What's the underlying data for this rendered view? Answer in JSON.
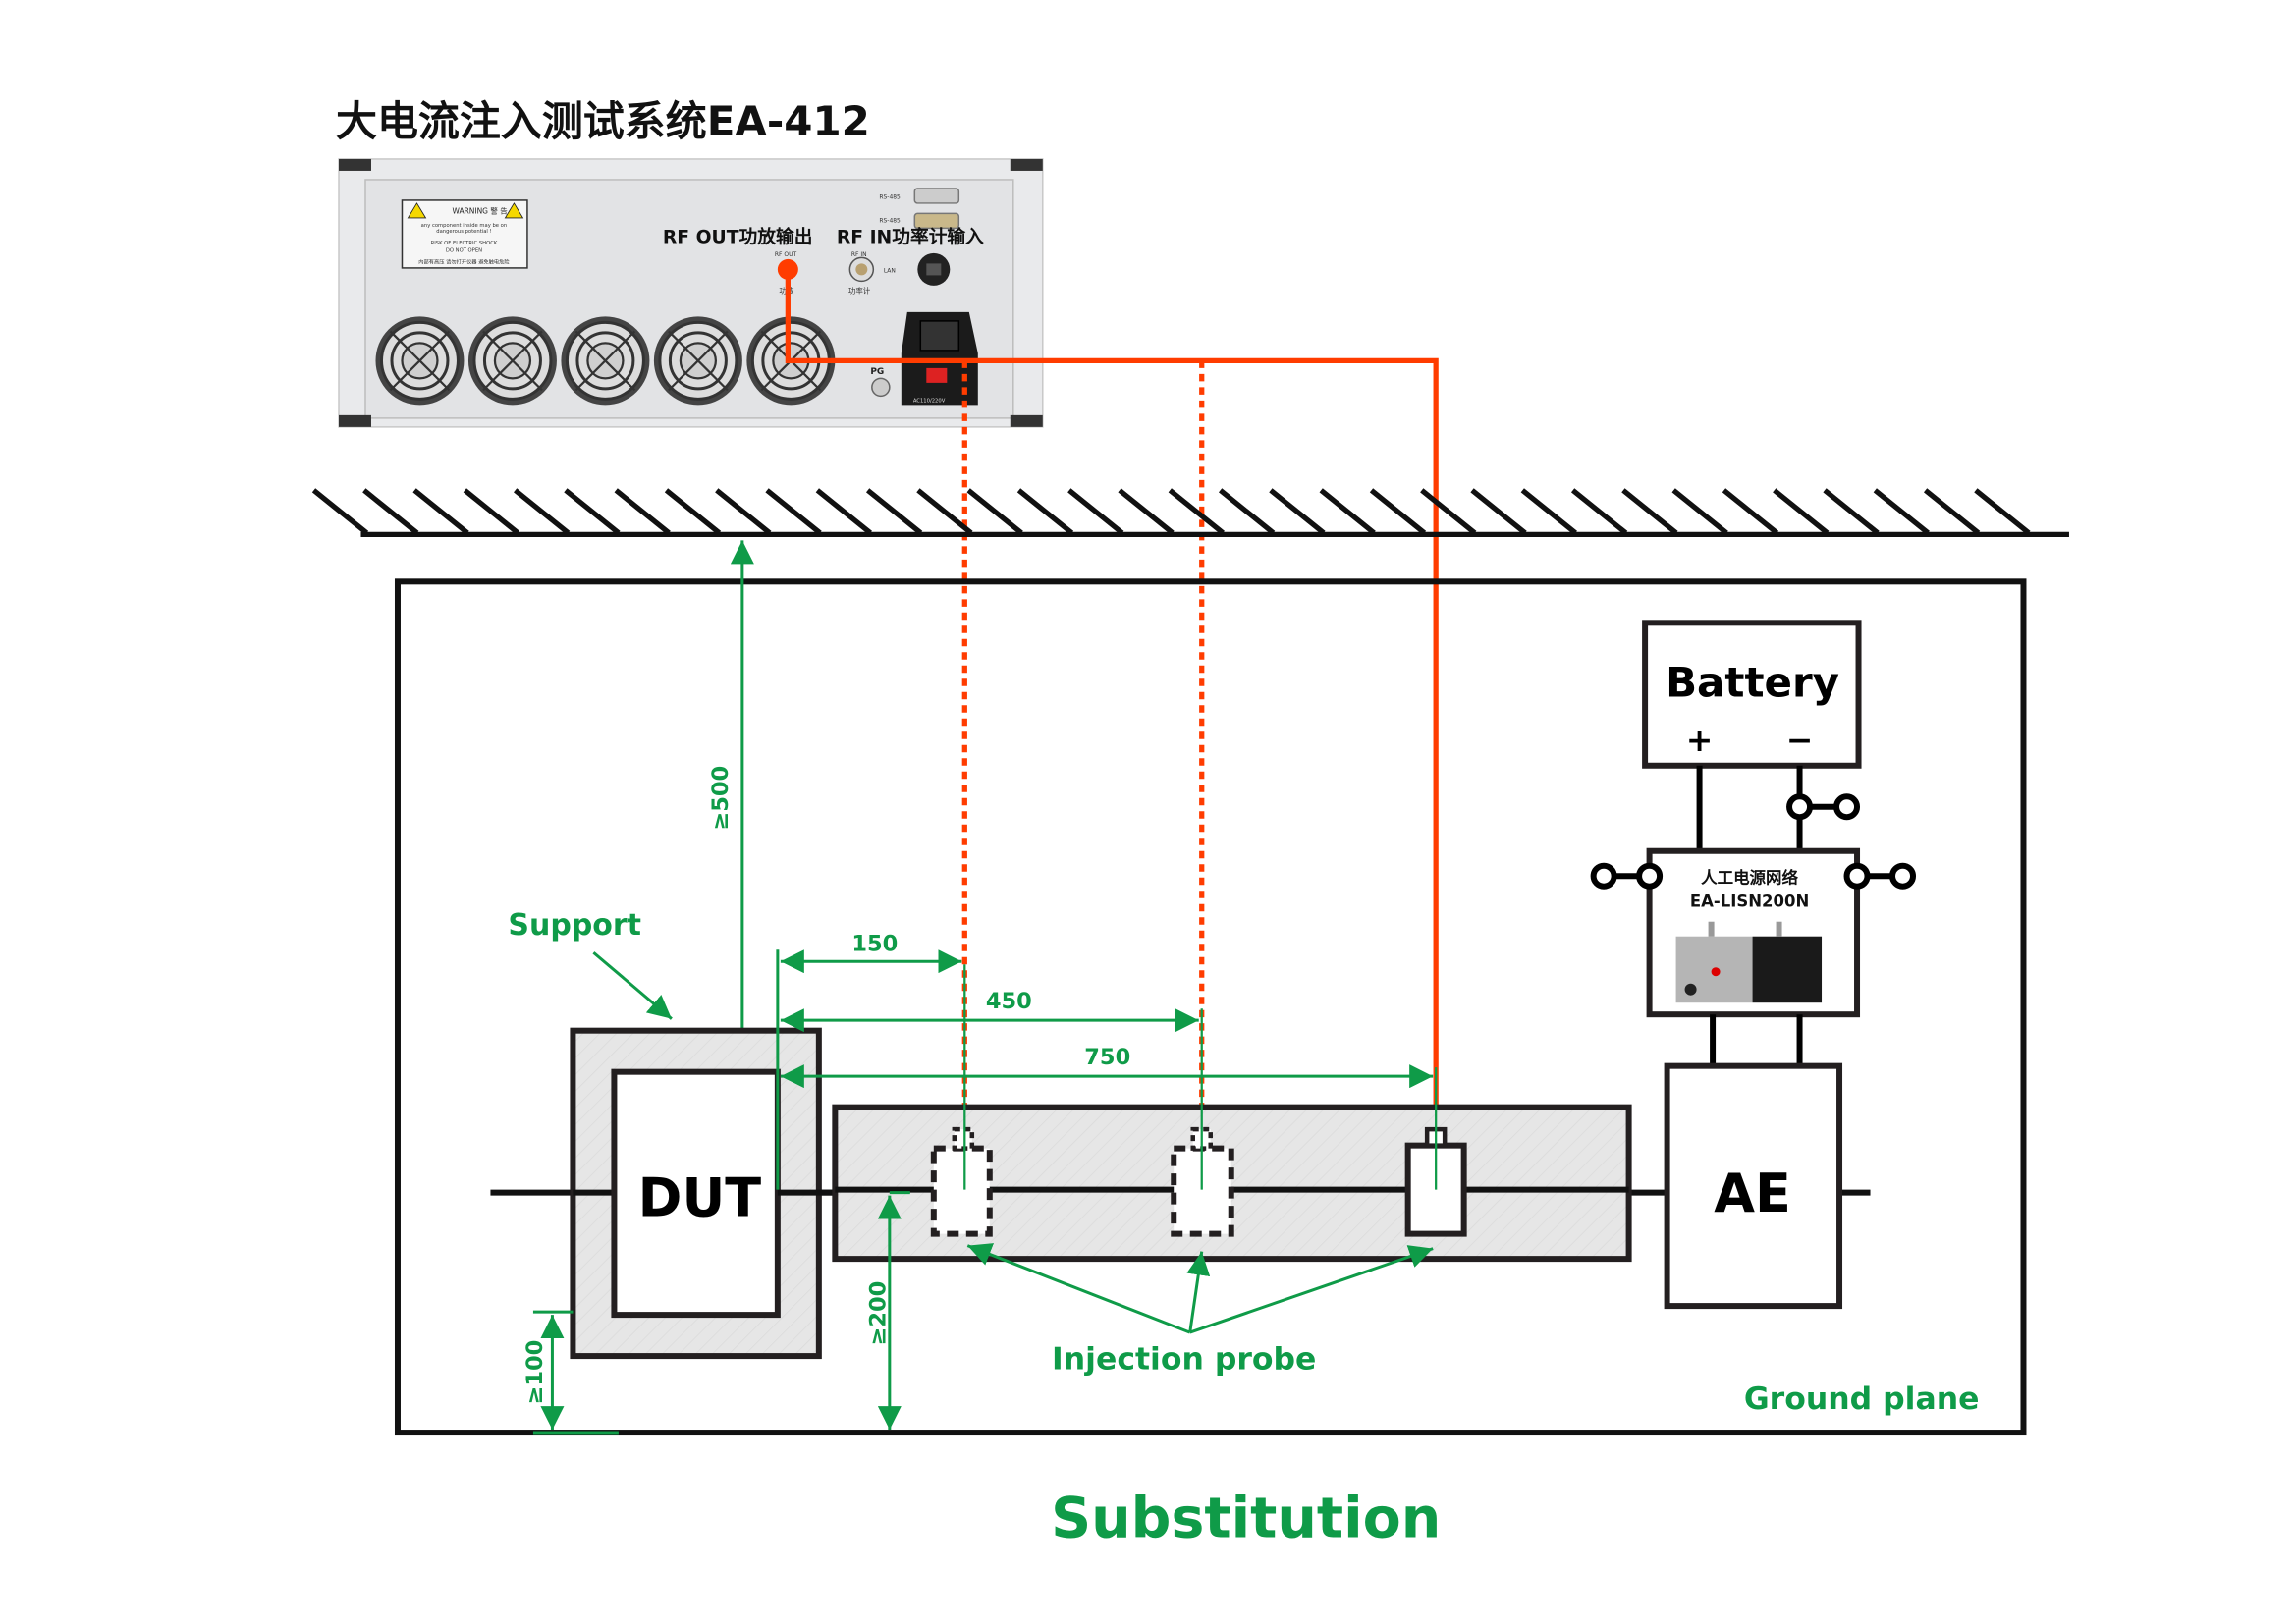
{
  "instrument": {
    "title": "大电流注入测试系统EA-412",
    "rf_out_label": "RF OUT功放输出",
    "rf_in_label": "RF IN功率计输入",
    "panel": {
      "warning": "WARNING 警 告",
      "warning_line1": "any component inside may be on",
      "warning_line2": "dangerous potential !",
      "warning_line3": "RISK OF ELECTRIC SHOCK",
      "warning_line4": "DO NOT OPEN",
      "warning_cn": "内部有高压 请勿打开仪器 避免触电危险",
      "rs485_1": "RS-485",
      "rs485_2": "RS-485",
      "rf_out": "RF OUT",
      "rf_out_cn": "功放",
      "rf_in": "RF IN",
      "rf_in_cn": "功率计",
      "lan": "LAN",
      "pg": "PG",
      "power": "AC110/220V"
    }
  },
  "labels": {
    "support": "Support",
    "dut": "DUT",
    "ae": "AE",
    "battery": "Battery",
    "plus": "+",
    "minus": "−",
    "lisn_cn": "人工电源网络",
    "lisn_model": "EA-LISN200N",
    "injection_probe": "Injection probe",
    "ground_plane": "Ground plane",
    "caption": "Substitution"
  },
  "dimensions": {
    "d150": "150",
    "d450": "450",
    "d750": "750",
    "h500": "≥500",
    "h200": "≥200",
    "h100": "≥100"
  },
  "colors": {
    "annotation_green": "#0f9b48",
    "rf_cable_red": "#ff3c00",
    "outline": "#231f20"
  }
}
